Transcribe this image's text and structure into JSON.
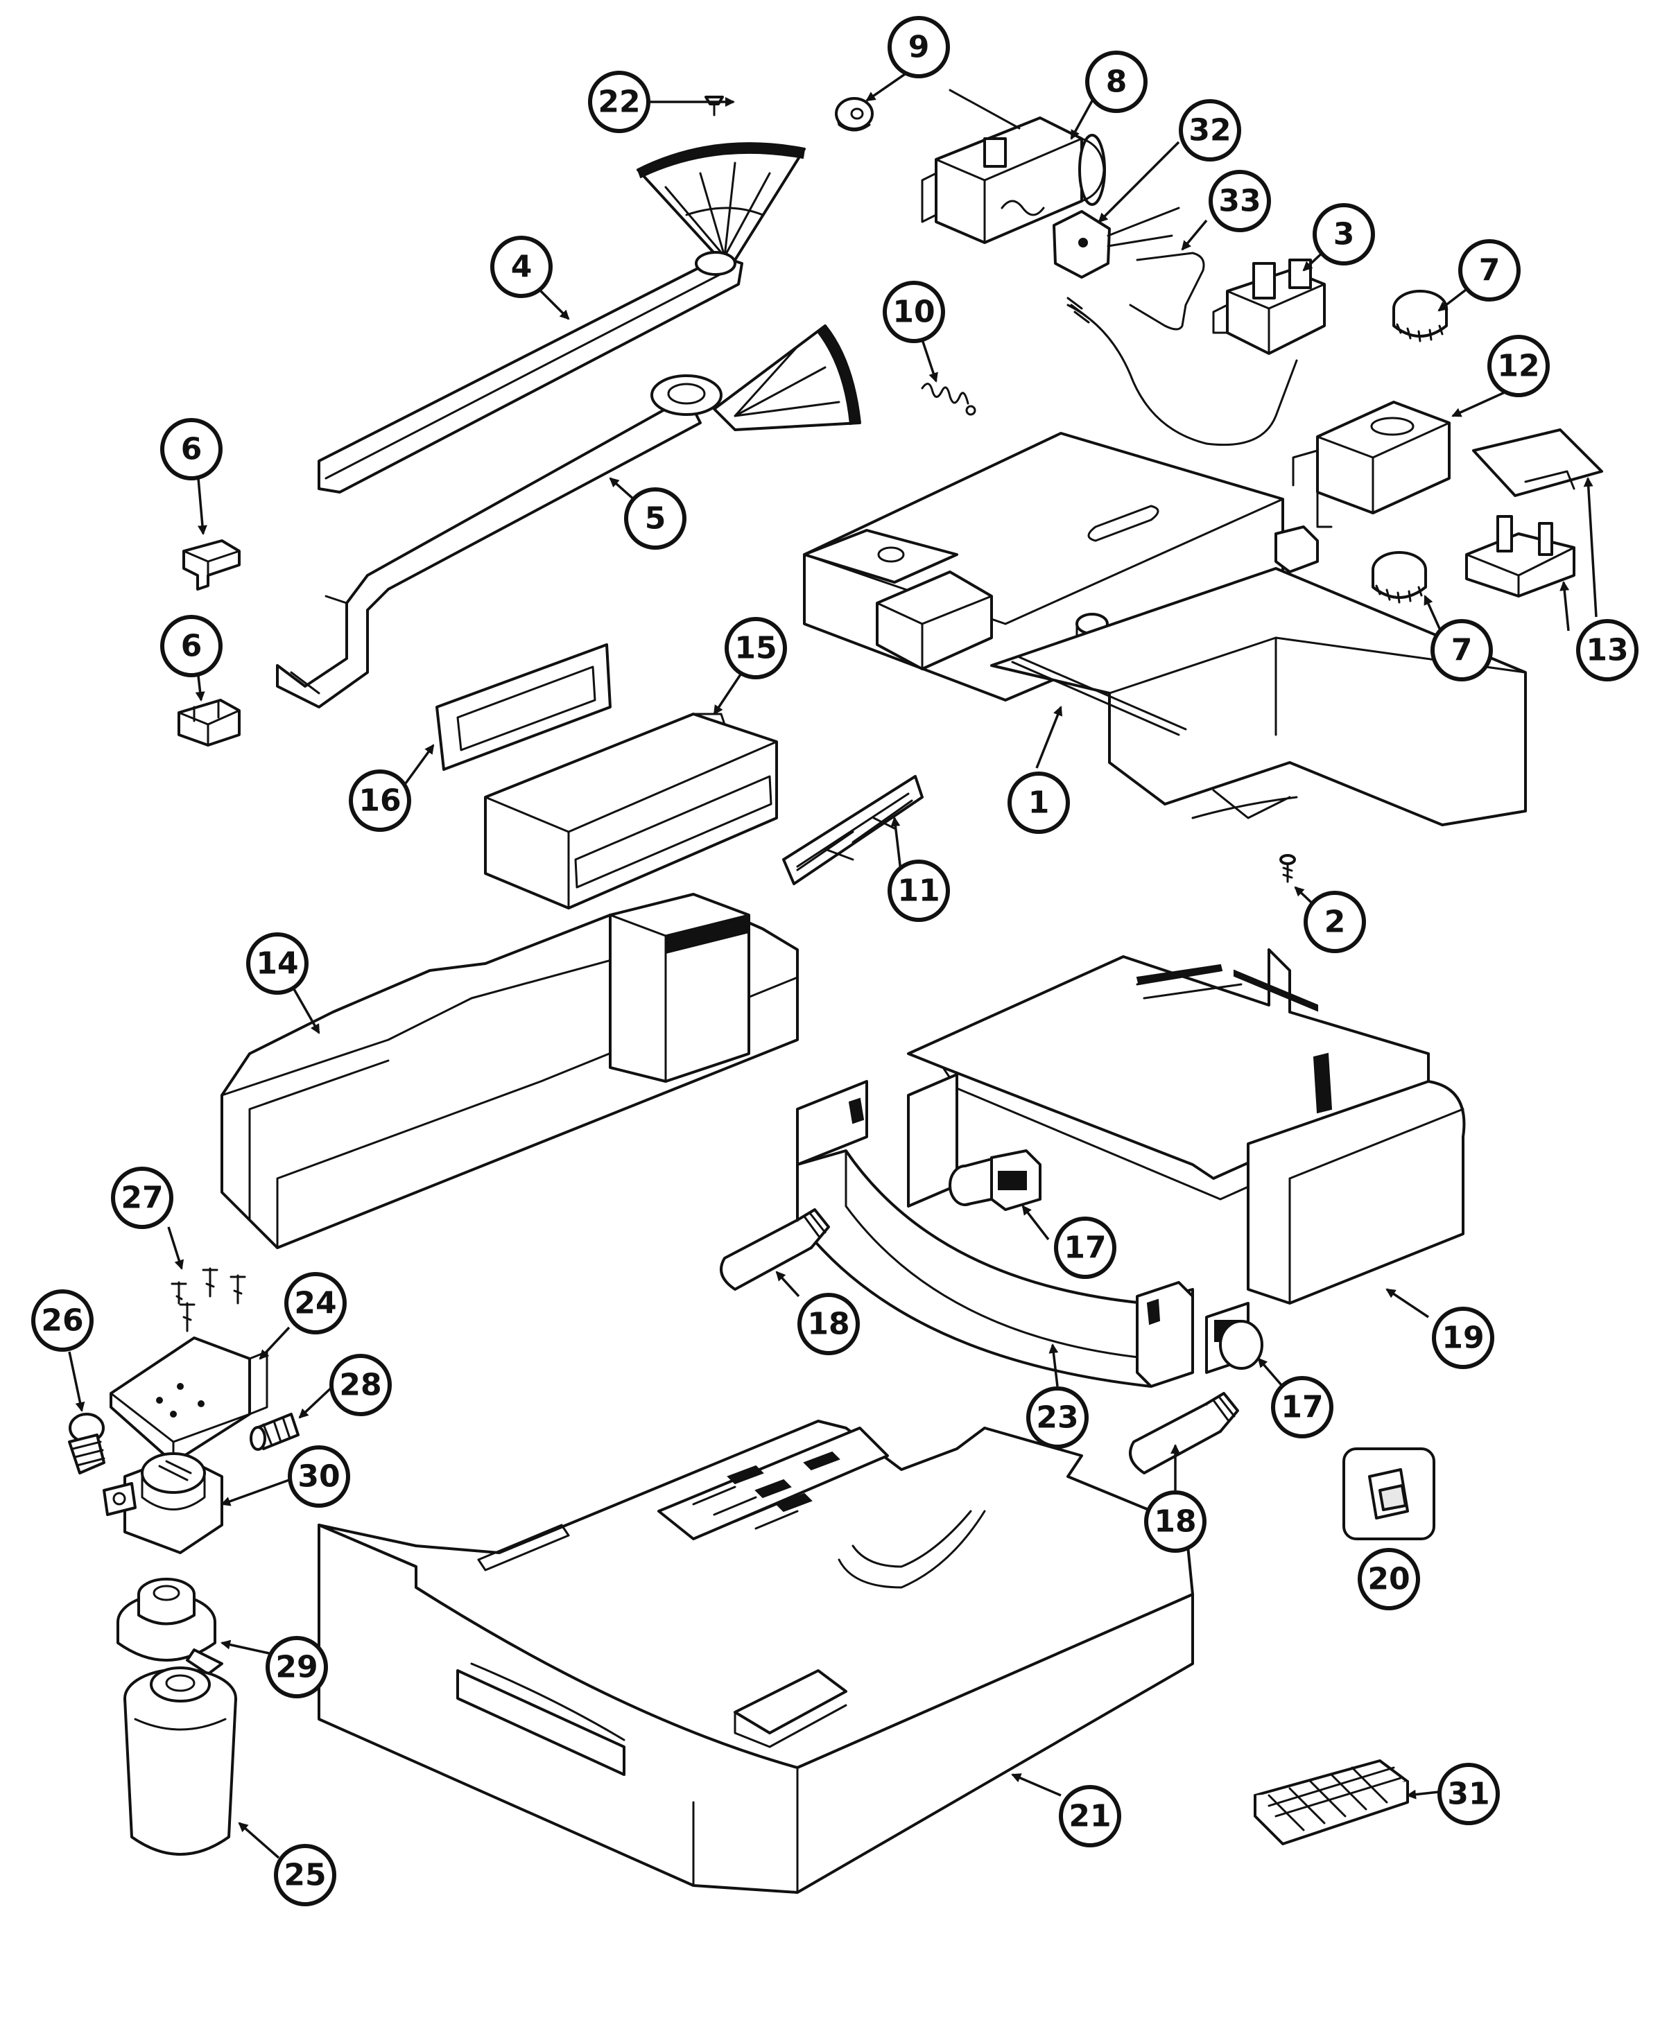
{
  "callouts": [
    {
      "id": "c1",
      "label": "1"
    },
    {
      "id": "c2",
      "label": "2"
    },
    {
      "id": "c3",
      "label": "3"
    },
    {
      "id": "c4",
      "label": "4"
    },
    {
      "id": "c5",
      "label": "5"
    },
    {
      "id": "c6a",
      "label": "6"
    },
    {
      "id": "c6b",
      "label": "6"
    },
    {
      "id": "c7a",
      "label": "7"
    },
    {
      "id": "c7b",
      "label": "7"
    },
    {
      "id": "c8",
      "label": "8"
    },
    {
      "id": "c9",
      "label": "9"
    },
    {
      "id": "c10",
      "label": "10"
    },
    {
      "id": "c11",
      "label": "11"
    },
    {
      "id": "c12",
      "label": "12"
    },
    {
      "id": "c13",
      "label": "13"
    },
    {
      "id": "c14",
      "label": "14"
    },
    {
      "id": "c15",
      "label": "15"
    },
    {
      "id": "c16",
      "label": "16"
    },
    {
      "id": "c17a",
      "label": "17"
    },
    {
      "id": "c17b",
      "label": "17"
    },
    {
      "id": "c18a",
      "label": "18"
    },
    {
      "id": "c18b",
      "label": "18"
    },
    {
      "id": "c19",
      "label": "19"
    },
    {
      "id": "c20",
      "label": "20"
    },
    {
      "id": "c21",
      "label": "21"
    },
    {
      "id": "c22",
      "label": "22"
    },
    {
      "id": "c23",
      "label": "23"
    },
    {
      "id": "c24",
      "label": "24"
    },
    {
      "id": "c25",
      "label": "25"
    },
    {
      "id": "c26",
      "label": "26"
    },
    {
      "id": "c27",
      "label": "27"
    },
    {
      "id": "c28",
      "label": "28"
    },
    {
      "id": "c29",
      "label": "29"
    },
    {
      "id": "c30",
      "label": "30"
    },
    {
      "id": "c31",
      "label": "31"
    },
    {
      "id": "c32",
      "label": "32"
    },
    {
      "id": "c33",
      "label": "33"
    }
  ]
}
